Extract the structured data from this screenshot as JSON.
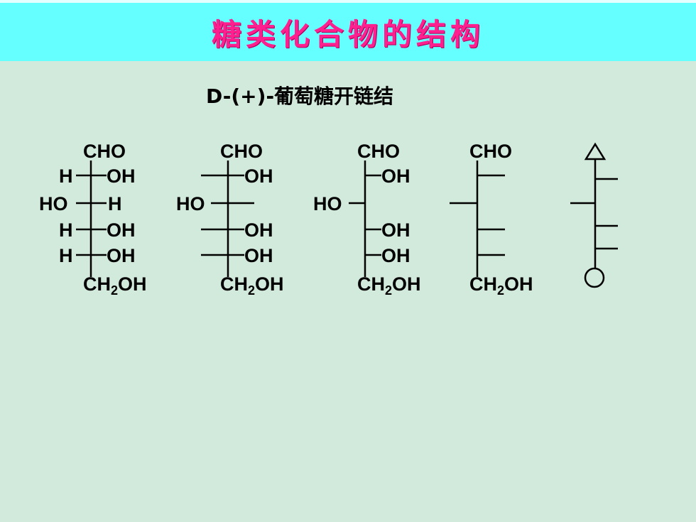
{
  "title": "糖类化合物的结构",
  "subtitle": "D-(+)-葡萄糖开链结",
  "labels": {
    "aldehyde": "CHO",
    "hydroxyl_right": "OH",
    "hydroxyl_left": "HO",
    "hydrogen": "H",
    "ch2": "CH",
    "sub2": "2",
    "oh_tail": "OH"
  },
  "colors": {
    "title_bar": "#66ffff",
    "title_text": "#ff1f8f",
    "background": "#d2eadb"
  },
  "notations": [
    "full Fischer projection",
    "H omitted",
    "H omitted, bonds abbreviated",
    "skeletal with CHO and CH2OH",
    "triangle-circle shorthand"
  ]
}
